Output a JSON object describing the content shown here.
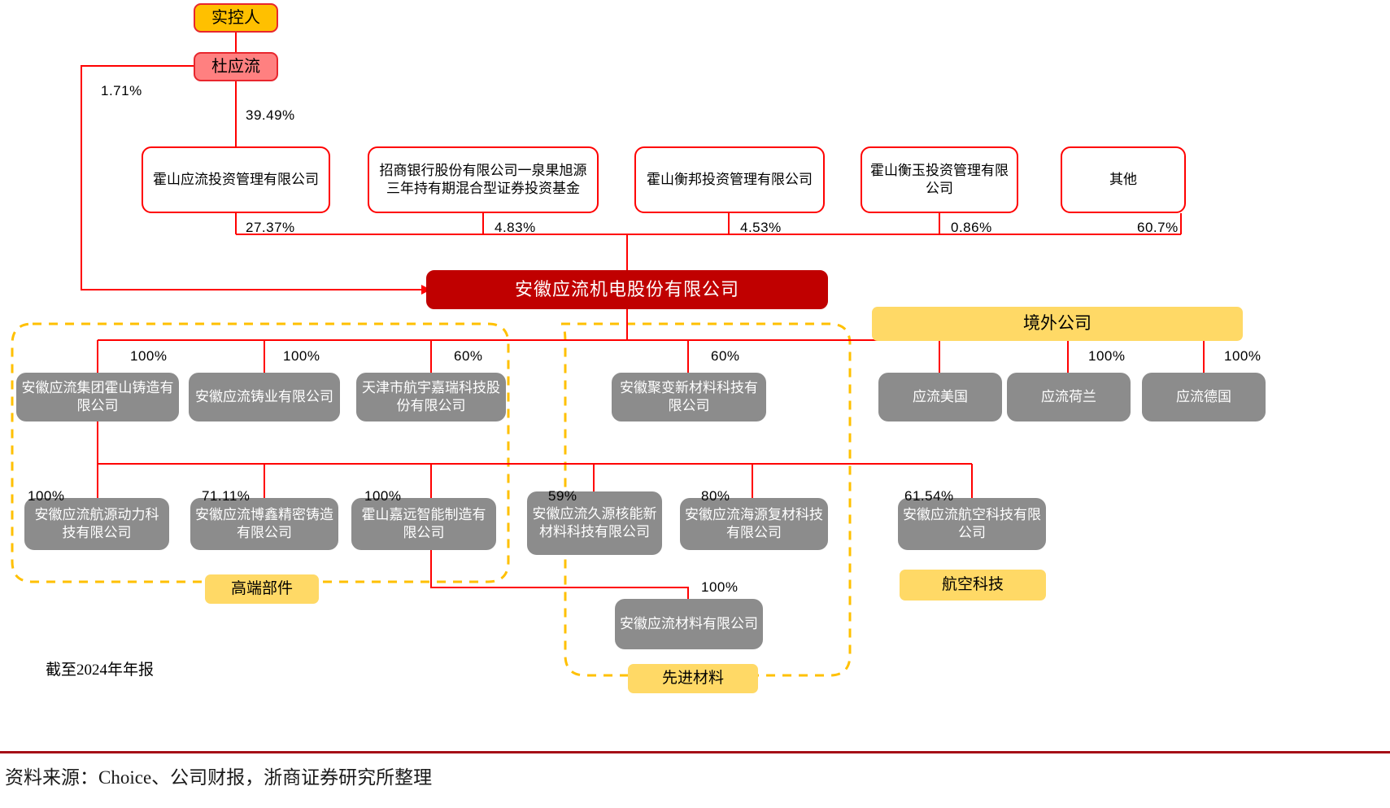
{
  "diagram": {
    "title_note": "截至2024年年报",
    "source": "资料来源：Choice、公司财报，浙商证券研究所整理",
    "colors": {
      "controller_fill": "#FFC000",
      "person_fill": "#FF8080",
      "holder_border": "#FF0000",
      "main_fill": "#C00000",
      "subsidiary_fill": "#8C8C8C",
      "tag_fill": "#FFD966",
      "connector_red": "#FF0000",
      "group_dash": "#FFC000",
      "source_rule": "#A50E16"
    },
    "controller": {
      "label": "实控人"
    },
    "person": {
      "label": "杜应流"
    },
    "person_links": [
      {
        "pct": "1.71%",
        "to": "安徽应流机电股份有限公司"
      },
      {
        "pct": "39.49%",
        "to": "霍山应流投资管理有限公司"
      }
    ],
    "shareholders": [
      {
        "name": "霍山应流投资管理有限公司",
        "pct": "27.37%"
      },
      {
        "name": "招商银行股份有限公司一泉果旭源三年持有期混合型证券投资基金",
        "pct": "4.83%"
      },
      {
        "name": "霍山衡邦投资管理有限公司",
        "pct": "4.53%"
      },
      {
        "name": "霍山衡玉投资管理有限公司",
        "pct": "0.86%"
      },
      {
        "name": "其他",
        "pct": "60.7%"
      }
    ],
    "main_company": {
      "name": "安徽应流机电股份有限公司"
    },
    "overseas_banner": {
      "label": "境外公司"
    },
    "tier1": [
      {
        "name": "安徽应流集团霍山铸造有限公司",
        "pct": "100%"
      },
      {
        "name": "安徽应流铸业有限公司",
        "pct": "100%"
      },
      {
        "name": "天津市航宇嘉瑞科技股份有限公司",
        "pct": "60%"
      },
      {
        "name": "安徽聚变新材料科技有限公司",
        "pct": "60%"
      },
      {
        "name": "应流美国",
        "pct": ""
      },
      {
        "name": "应流荷兰",
        "pct": "100%"
      },
      {
        "name": "应流德国",
        "pct": "100%"
      }
    ],
    "tier2": [
      {
        "name": "安徽应流航源动力科技有限公司",
        "pct": "100%"
      },
      {
        "name": "安徽应流博鑫精密铸造有限公司",
        "pct": "71.11%"
      },
      {
        "name": "霍山嘉远智能制造有限公司",
        "pct": "100%"
      },
      {
        "name": "安徽应流久源核能新材料科技有限公司",
        "pct": "59%"
      },
      {
        "name": "安徽应流海源复材科技有限公司",
        "pct": "80%"
      },
      {
        "name": "安徽应流航空科技有限公司",
        "pct": "61.54%"
      }
    ],
    "tier3": [
      {
        "name": "安徽应流材料有限公司",
        "pct": "100%"
      }
    ],
    "segment_tags": [
      {
        "label": "高端部件"
      },
      {
        "label": "航空科技"
      },
      {
        "label": "先进材料"
      }
    ]
  }
}
